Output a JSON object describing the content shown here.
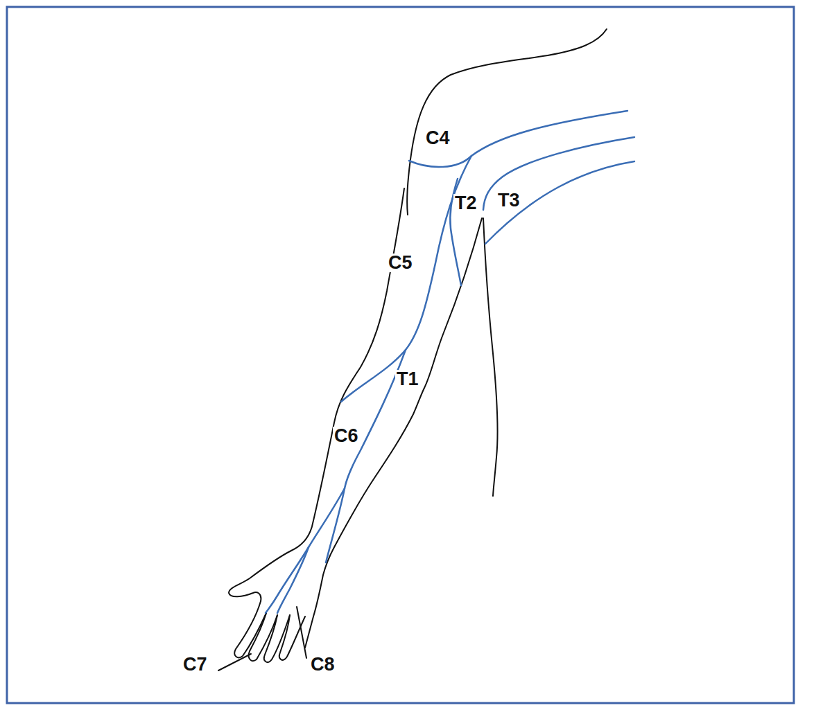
{
  "diagram": {
    "labels": [
      "C4",
      "T2",
      "T3",
      "C5",
      "T1",
      "C6",
      "C7",
      "C8"
    ]
  }
}
